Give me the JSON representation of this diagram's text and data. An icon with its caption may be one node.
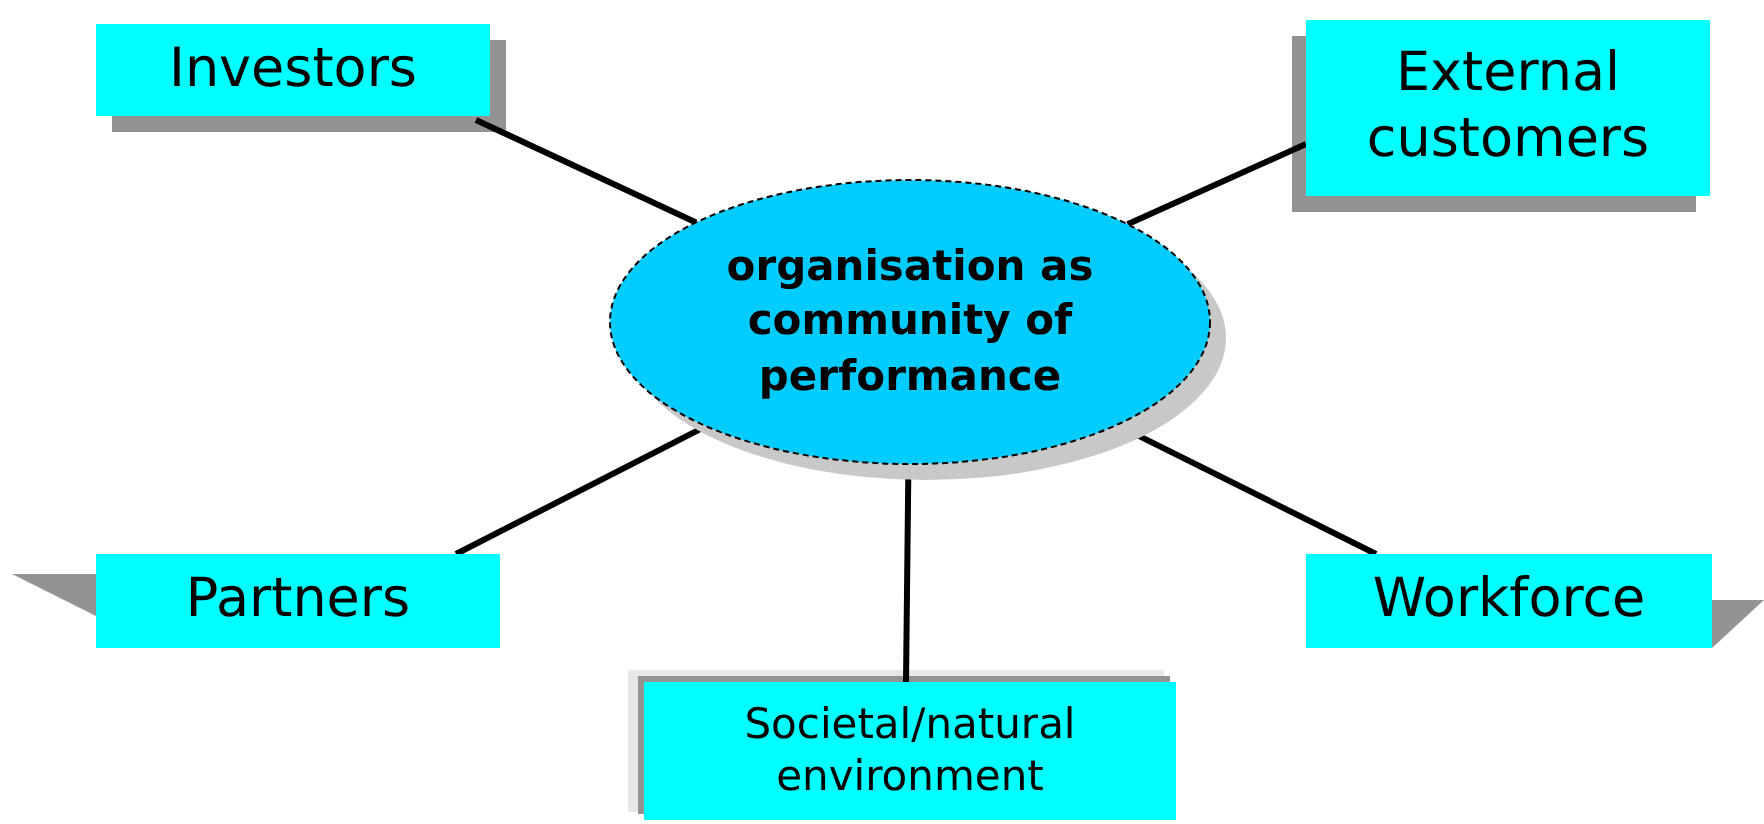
{
  "diagram": {
    "nodes": [
      {
        "text": [
          "organisation as community of performance"
        ]
      },
      {
        "text": [
          "Investors"
        ]
      },
      {
        "text": [
          "External customers"
        ]
      },
      {
        "text": [
          "Partners"
        ]
      },
      {
        "text": [
          "Workforce"
        ]
      },
      {
        "text": [
          "Societal/natural environment"
        ]
      }
    ],
    "edges": [
      {
        "from": 0,
        "to": 1,
        "arrow": "none"
      },
      {
        "from": 0,
        "to": 2,
        "arrow": "none"
      },
      {
        "from": 0,
        "to": 3,
        "arrow": "none"
      },
      {
        "from": 0,
        "to": 4,
        "arrow": "none"
      },
      {
        "from": 0,
        "to": 5,
        "arrow": "none"
      }
    ]
  }
}
